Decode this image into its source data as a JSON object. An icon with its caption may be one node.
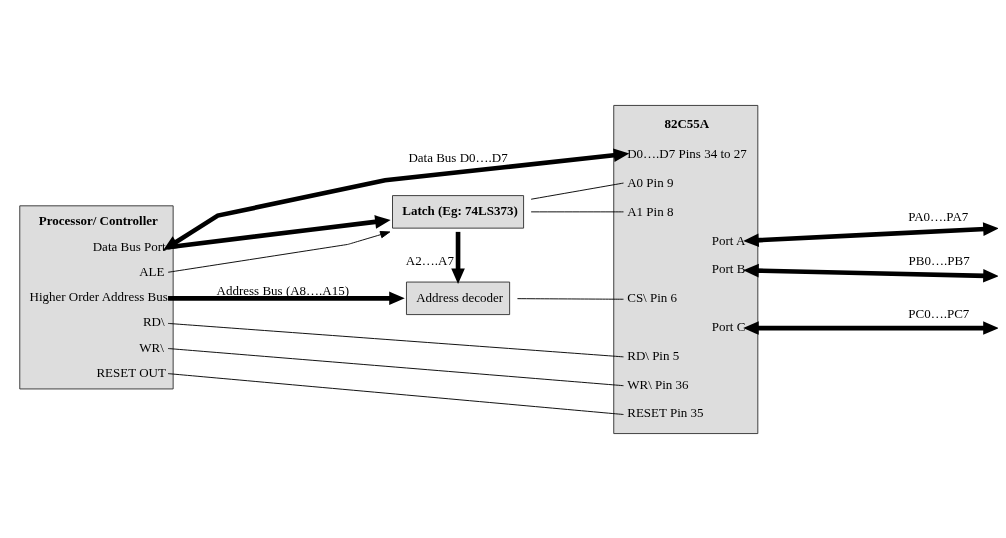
{
  "diagram": {
    "nodes": [
      {
        "text": [
          "Processor/ Controller",
          "Data Bus Port",
          "ALE",
          "Higher Order Address Bus",
          "RD\\",
          "WR\\",
          "RESET OUT"
        ]
      },
      {
        "text": [
          "Latch (Eg: 74LS373)"
        ]
      },
      {
        "text": [
          "Address decoder"
        ]
      },
      {
        "text": [
          "82C55A",
          "D0….D7 Pins 34 to 27",
          "A0 Pin 9",
          "A1 Pin 8",
          "Port A",
          "Port B",
          "CS\\ Pin 6",
          "Port C",
          "RD\\ Pin 5",
          "WR\\ Pin 36",
          "RESET Pin 35"
        ]
      }
    ],
    "edges": [
      {
        "from": 0,
        "to": 3,
        "arrow": "both",
        "style": "thick",
        "label": "Data Bus D0….D7"
      },
      {
        "from": 0,
        "to": 1,
        "arrow": "to",
        "style": "thick"
      },
      {
        "from": 0,
        "to": 1,
        "arrow": "to"
      },
      {
        "from": 1,
        "to": 3,
        "arrow": "none"
      },
      {
        "from": 1,
        "to": 3,
        "arrow": "none"
      },
      {
        "from": 1,
        "to": 2,
        "arrow": "to",
        "style": "thick",
        "label": "A2….A7"
      },
      {
        "from": 0,
        "to": 2,
        "arrow": "to",
        "style": "thick",
        "label": "Address Bus (A8….A15)"
      },
      {
        "from": 2,
        "to": 3,
        "arrow": "none"
      },
      {
        "from": 0,
        "to": 3,
        "arrow": "none"
      },
      {
        "from": 0,
        "to": 3,
        "arrow": "none"
      },
      {
        "from": 0,
        "to": 3,
        "arrow": "none"
      },
      {
        "from": 3,
        "to": null,
        "arrow": "both",
        "style": "thick",
        "label": "PA0….PA7"
      },
      {
        "from": 3,
        "to": null,
        "arrow": "both",
        "style": "thick",
        "label": "PB0….PB7"
      },
      {
        "from": 3,
        "to": null,
        "arrow": "both",
        "style": "thick",
        "label": "PC0….PC7"
      }
    ]
  }
}
